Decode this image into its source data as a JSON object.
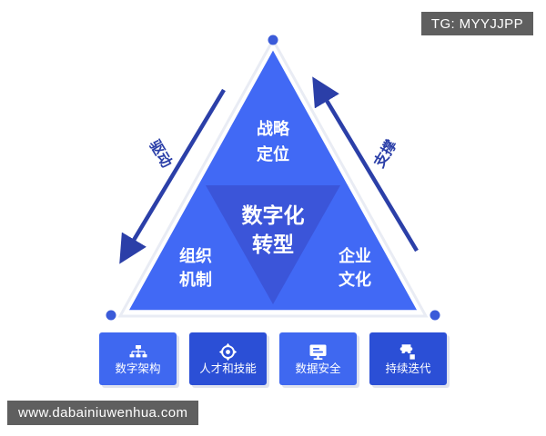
{
  "watermarks": {
    "tag": "TG: MYYJJPP",
    "url": "www.dabainiuwenhua.com"
  },
  "diagram": {
    "type": "triangle-framework",
    "center": {
      "line1": "数字化",
      "line2": "转型"
    },
    "vertices": [
      {
        "position": "apex",
        "line1": "战略",
        "line2": "定位"
      },
      {
        "position": "bottom-left",
        "line1": "组织",
        "line2": "机制"
      },
      {
        "position": "bottom-right",
        "line1": "企业",
        "line2": "文化"
      }
    ],
    "arrows": [
      {
        "side": "left",
        "label": "驱动",
        "direction": "down"
      },
      {
        "side": "right",
        "label": "支撑",
        "direction": "up"
      }
    ]
  },
  "cards": [
    {
      "icon": "org-chart-icon",
      "label": "数字架构",
      "fill": "#3f68f0"
    },
    {
      "icon": "target-icon",
      "label": "人才和技能",
      "fill": "#2b4fd6"
    },
    {
      "icon": "monitor-icon",
      "label": "数据安全",
      "fill": "#3f68f0"
    },
    {
      "icon": "puzzle-icon",
      "label": "持续迭代",
      "fill": "#2b4fd6"
    }
  ],
  "colors": {
    "triangle_fill": "#4169f5",
    "inner_triangle_fill": "#3b55d9",
    "triangle_outline": "#ffffff",
    "vertex_dot": "#3b5bd9",
    "arrow": "#2b3fa8",
    "watermark_bg": "#5f5f5f",
    "background": "#ffffff"
  }
}
